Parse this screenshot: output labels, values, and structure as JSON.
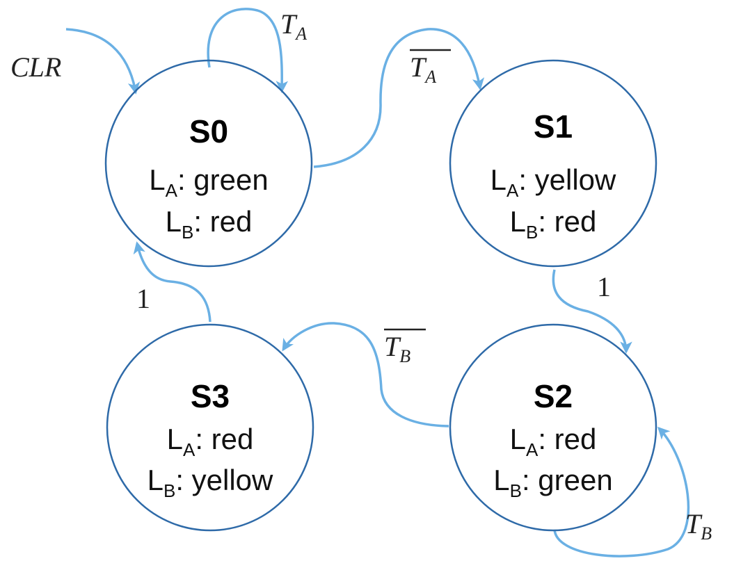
{
  "clr_label": "CLR",
  "states": [
    {
      "name": "S0",
      "outputs": [
        {
          "signal": "L",
          "sub": "A",
          "value": ": green"
        },
        {
          "signal": "L",
          "sub": "B",
          "value": ": red"
        }
      ]
    },
    {
      "name": "S1",
      "outputs": [
        {
          "signal": "L",
          "sub": "A",
          "value": ": yellow"
        },
        {
          "signal": "L",
          "sub": "B",
          "value": ": red"
        }
      ]
    },
    {
      "name": "S2",
      "outputs": [
        {
          "signal": "L",
          "sub": "A",
          "value": ": red"
        },
        {
          "signal": "L",
          "sub": "B",
          "value": ": green"
        }
      ]
    },
    {
      "name": "S3",
      "outputs": [
        {
          "signal": "L",
          "sub": "A",
          "value": ": red"
        },
        {
          "signal": "L",
          "sub": "B",
          "value": ": yellow"
        }
      ]
    }
  ],
  "transitions": {
    "s0_self": {
      "var": "T",
      "sub": "A"
    },
    "s0_to_s1": {
      "var": "T",
      "sub": "A",
      "negated": true
    },
    "s1_to_s2": {
      "label": "1"
    },
    "s2_self": {
      "var": "T",
      "sub": "B"
    },
    "s2_to_s3": {
      "var": "T",
      "sub": "B",
      "negated": true
    },
    "s3_to_s0": {
      "label": "1"
    }
  },
  "colors": {
    "state_border": "#2e6aa8",
    "transition_arrow": "#6ab0e4"
  }
}
